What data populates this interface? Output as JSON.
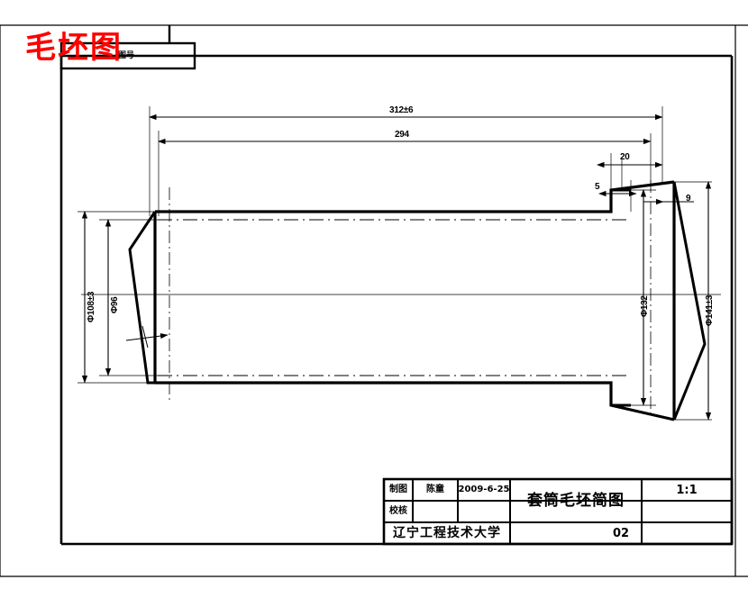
{
  "sheet": {
    "red_stamp": "毛坯图",
    "corner_box_text": "图号"
  },
  "dimensions": {
    "overall_length_tol": "312±6",
    "body_length": "294",
    "right_step_20": "20",
    "right_step_5": "5",
    "right_step_9": "9",
    "left_outer_dia": "Φ108±3",
    "left_inner_dia": "Φ96",
    "right_bore_dia": "Φ132",
    "right_outer_dia": "Φ141±3"
  },
  "title_block": {
    "row1_label": "制图",
    "row1_name": "陈童",
    "row1_date": "2009-6-25",
    "row2_label": "校核",
    "row2_name": "",
    "row2_date": "",
    "drawing_title": "套筒毛坯简图",
    "scale": "1:1",
    "institution": "辽宁工程技术大学",
    "sheet_number": "02"
  },
  "colors": {
    "line": "#000000",
    "stamp": "#ff0000",
    "background": "#ffffff"
  }
}
